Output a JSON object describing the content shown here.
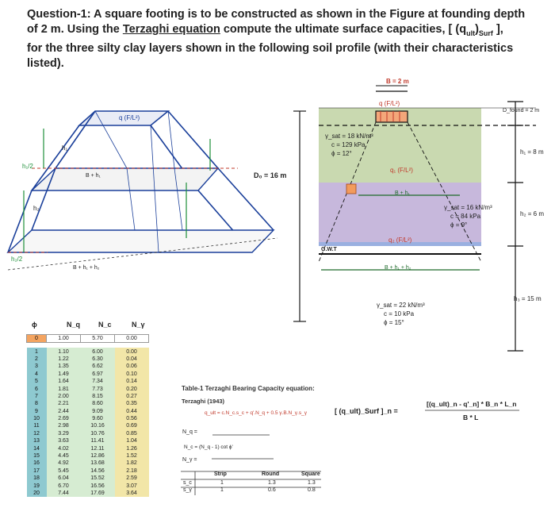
{
  "question": {
    "prefix": "Question-1:",
    "line1": " A square footing is to be constructed as shown in the Figure at founding depth",
    "line2a": "of 2 m. Using the ",
    "line2b": "Terzaghi equation",
    "line2c": " compute the ultimate surface capacities, [ (q",
    "line2d": "ult",
    "line2e": ")",
    "line2f": "Surf",
    "line2g": " ],",
    "line3": "for the three silty clay layers shown in the following soil profile (with their characteristics",
    "line4": "listed)."
  },
  "diagram": {
    "q_label": "q (F/L²)",
    "d_label": "D₀ = 16 m",
    "h1_label": "h₁",
    "h2_label": "h₂",
    "b_h1": "B + h₁",
    "b_h1_h2": "B + h₁ + h₂",
    "h1_half": "h₁/2",
    "h2_half": "h₂/2"
  },
  "profile": {
    "b_label": "B = 2 m",
    "q_top": "q (F/L²)",
    "d_found": "D_found = 2 m",
    "h1": "h₁ = 8 m",
    "h2": "h₂ = 6 m",
    "h3": "h₃ = 15 m",
    "layer1": [
      "γ_sat = 18 kN/m³",
      "c = 129 kPa",
      "ϕ = 12°"
    ],
    "layer2": [
      "γ_sat = 16 kN/m³",
      "c = 84 kPa",
      "ϕ = 9°"
    ],
    "layer3": [
      "γ_sat = 22 kN/m³",
      "c = 10 kPa",
      "ϕ = 15°"
    ],
    "q1_label": "q₁ (F/L²)",
    "q2_label": "q₂ (F/L²)",
    "b_h1": "B + h₁",
    "b_h1_h2": "B + h₁ + h₂",
    "gwt": "G.W.T"
  },
  "table": {
    "headers": [
      "ϕ",
      "N_q",
      "N_c",
      "N_γ"
    ],
    "zero_row": [
      "0",
      "1.00",
      "5.70",
      "0.00"
    ],
    "rows": [
      [
        "1",
        "1.10",
        "6.00",
        "0.00"
      ],
      [
        "2",
        "1.22",
        "6.30",
        "0.04"
      ],
      [
        "3",
        "1.35",
        "6.62",
        "0.06"
      ],
      [
        "4",
        "1.49",
        "6.97",
        "0.10"
      ],
      [
        "5",
        "1.64",
        "7.34",
        "0.14"
      ],
      [
        "6",
        "1.81",
        "7.73",
        "0.20"
      ],
      [
        "7",
        "2.00",
        "8.15",
        "0.27"
      ],
      [
        "8",
        "2.21",
        "8.60",
        "0.35"
      ],
      [
        "9",
        "2.44",
        "9.09",
        "0.44"
      ],
      [
        "10",
        "2.69",
        "9.60",
        "0.56"
      ],
      [
        "11",
        "2.98",
        "10.16",
        "0.69"
      ],
      [
        "12",
        "3.29",
        "10.76",
        "0.85"
      ],
      [
        "13",
        "3.63",
        "11.41",
        "1.04"
      ],
      [
        "14",
        "4.02",
        "12.11",
        "1.26"
      ],
      [
        "15",
        "4.45",
        "12.86",
        "1.52"
      ],
      [
        "16",
        "4.92",
        "13.68",
        "1.82"
      ],
      [
        "17",
        "5.45",
        "14.56",
        "2.18"
      ],
      [
        "18",
        "6.04",
        "15.52",
        "2.59"
      ],
      [
        "19",
        "6.70",
        "16.56",
        "3.07"
      ],
      [
        "20",
        "7.44",
        "17.69",
        "3.64"
      ]
    ]
  },
  "equations": {
    "table_title": "Table-1 Terzaghi Bearing Capacity equation:",
    "terzaghi": "Terzaghi (1943)",
    "qult": "q_ult = c.N_c.s_c + q'.N_q + 0.5 γ.B.N_γ.s_γ",
    "nq": "N_q =",
    "nc": "N_c = (N_q - 1) cot ϕ'",
    "ngamma": "N_γ =",
    "strip": "Strip",
    "round": "Round",
    "square": "Square",
    "sc_row": [
      "s_c",
      "1",
      "1.3",
      "1.3"
    ],
    "sg_row": [
      "s_γ",
      "1",
      "0.6",
      "0.8"
    ],
    "surf_lhs": "[ (q_ult)_Surf ]_n =",
    "surf_num": "[(q_ult)_n - q'_n] * B_n * L_n",
    "surf_den": "B * L"
  }
}
